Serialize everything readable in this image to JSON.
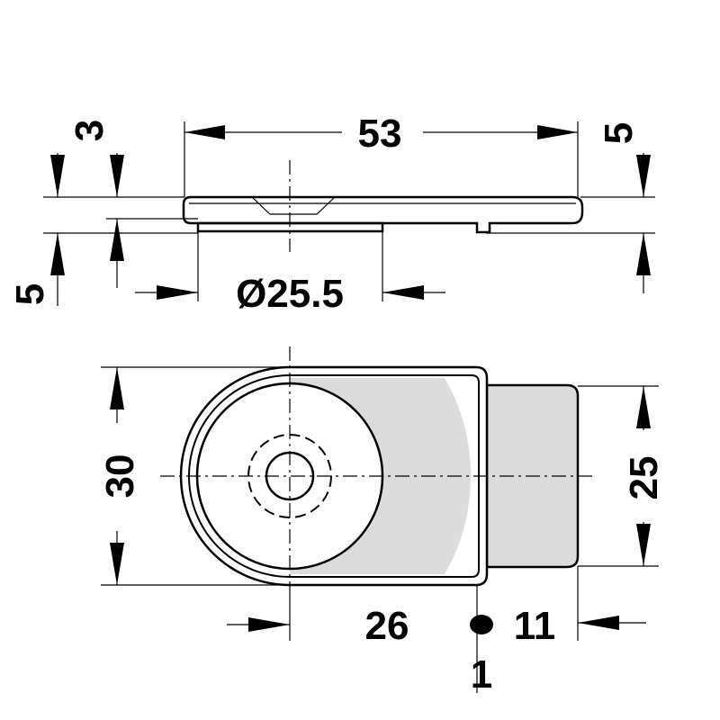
{
  "drawing": {
    "colors": {
      "line": "#000000",
      "shade": "#dcdcdc",
      "background": "#ffffff"
    },
    "dimensions": {
      "top_thickness": "3",
      "overall_length": "53",
      "right_height": "5",
      "left_height": "5",
      "diameter": "Ø25.5",
      "width": "30",
      "block_width": "25",
      "center_offset": "26",
      "block_length": "11",
      "gap": "1"
    }
  }
}
